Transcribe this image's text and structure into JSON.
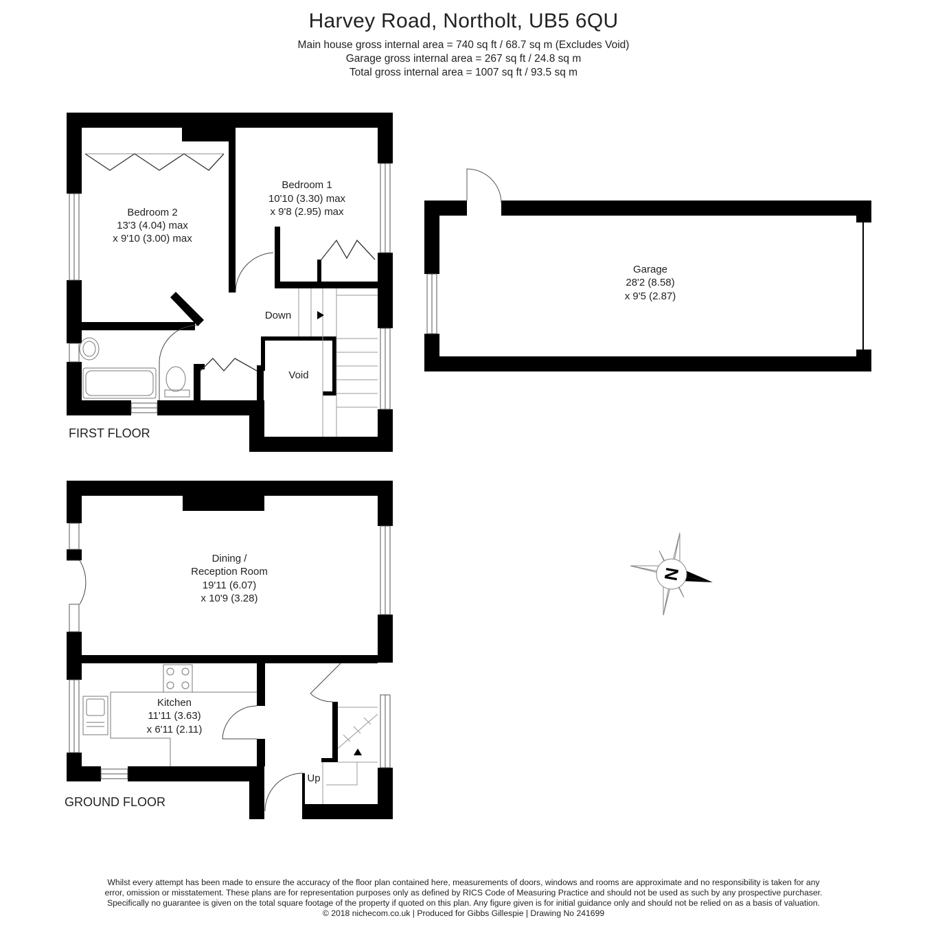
{
  "header": {
    "title": "Harvey Road, Northolt, UB5 6QU",
    "area_lines": [
      "Main house gross internal area =  740 sq ft / 68.7 sq m (Excludes Void)",
      "Garage gross internal area = 267 sq ft / 24.8 sq m",
      "Total gross internal area =  1007 sq ft / 93.5 sq m"
    ]
  },
  "floors": {
    "first": "FIRST FLOOR",
    "ground": "GROUND FLOOR"
  },
  "rooms": {
    "bedroom2": [
      "Bedroom 2",
      "13'3 (4.04) max",
      "x 9'10 (3.00) max"
    ],
    "bedroom1": [
      "Bedroom 1",
      "10'10 (3.30) max",
      "x 9'8 (2.95) max"
    ],
    "garage": [
      "Garage",
      "28'2 (8.58)",
      "x 9'5 (2.87)"
    ],
    "dining": [
      "Dining /",
      "Reception Room",
      "19'11 (6.07)",
      "x 10'9 (3.28)"
    ],
    "kitchen": [
      "Kitchen",
      "11'11 (3.63)",
      "x 6'11 (2.11)"
    ],
    "void": "Void",
    "down": "Down",
    "up": "Up"
  },
  "compass": {
    "letter": "N"
  },
  "disclaimer": [
    "Whilst every attempt has been made to ensure the accuracy of the floor plan contained here, measurements of doors, windows and rooms are approximate and no responsibility is taken for any",
    "error, omission or misstatement. These plans are for representation purposes only as defined by RICS Code of Measuring Practice and should not be used as such by any prospective purchaser.",
    "Specifically no guarantee is given on the total square footage of the property if quoted on this plan. Any figure given is for initial guidance only and should not be relied on as a basis of valuation.",
    "© 2018 nichecom.co.uk  |  Produced for Gibbs Gillespie  |  Drawing No 241699"
  ],
  "colors": {
    "wall": "#000000",
    "fixture": "#555555",
    "text": "#222222"
  }
}
